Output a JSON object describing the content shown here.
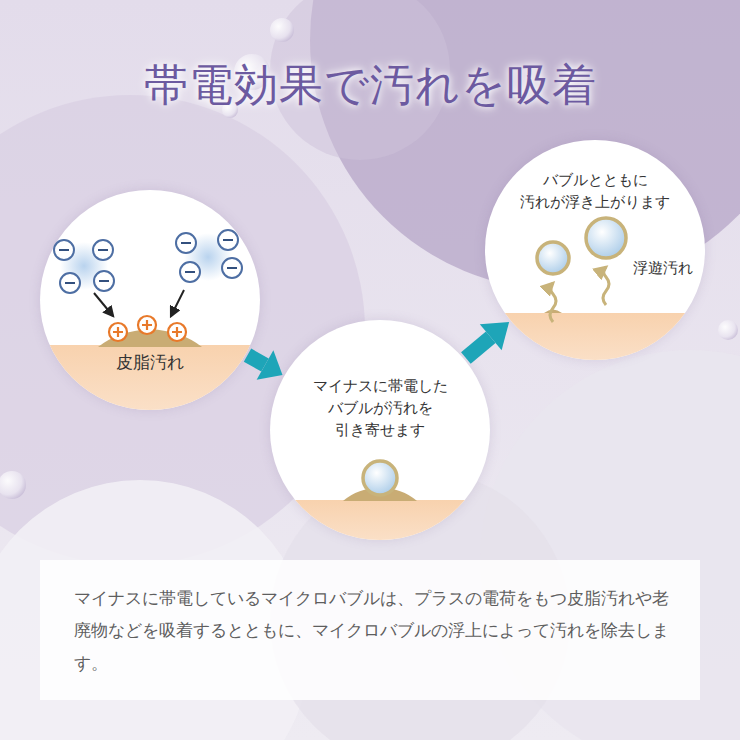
{
  "diagram": {
    "title": "帯電効果で汚れを吸着",
    "nodes": [
      {
        "text": [
          "皮脂汚れ"
        ]
      },
      {
        "text": [
          "マイナスに帯電した バブルが汚れを 引き寄せます"
        ]
      },
      {
        "text": [
          "バブルとともに 汚れが浮き上がります",
          "浮遊汚れ"
        ]
      },
      {
        "text": [
          "マイナスに帯電しているマイクロバブルは、プラスの電荷をもつ皮脂汚れや老廃物などを吸着するとともに、マイクロバブルの浮上によって汚れを除去します。"
        ]
      }
    ],
    "edges": [
      {
        "from": 0,
        "to": 1,
        "arrow": "to"
      },
      {
        "from": 1,
        "to": 2,
        "arrow": "to"
      }
    ]
  }
}
